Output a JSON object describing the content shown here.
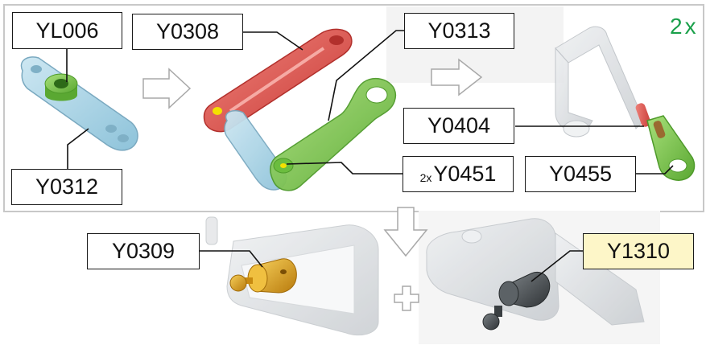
{
  "quantity_badge": {
    "text": "2x",
    "color": "#1aa04a"
  },
  "labels": {
    "yl006": "YL006",
    "y0312": "Y0312",
    "y0308": "Y0308",
    "y0313": "Y0313",
    "y0451_prefix": "2x",
    "y0451": "Y0451",
    "y0404": "Y0404",
    "y0455": "Y0455",
    "y0309": "Y0309",
    "y1310": "Y1310"
  },
  "colors": {
    "light_blue_part": "#a9d3e6",
    "green_part": "#79c84a",
    "red_part": "#e0504a",
    "gold_part": "#d99a1c",
    "dark_grey_part": "#4a4f52",
    "ghost_part": "#d9dcdf",
    "highlight_label": "#fdf6c8"
  },
  "icons": [
    "arrow-right-icon",
    "arrow-down-icon",
    "plus-icon"
  ]
}
